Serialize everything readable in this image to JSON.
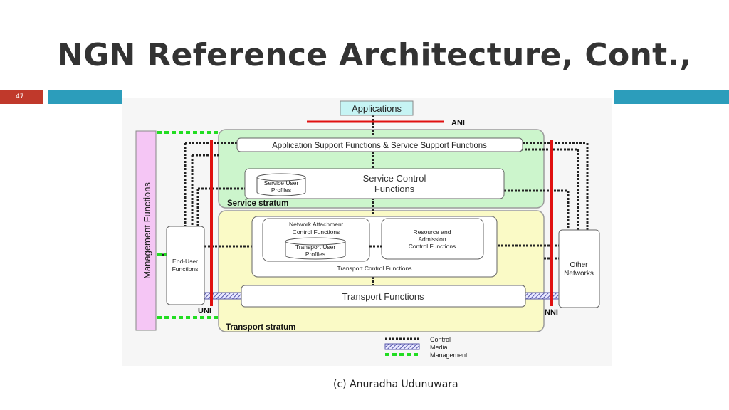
{
  "slide": {
    "title": "NGN Reference Architecture, Cont.,",
    "number": "47",
    "footer": "(c) Anuradha Udunuwara"
  },
  "diagram": {
    "applications": "Applications",
    "ani": "ANI",
    "uni": "UNI",
    "nni": "NNI",
    "management_functions": "Management Functions",
    "app_support": "Application Support Functions & Service Support Functions",
    "service_control_line1": "Service Control",
    "service_control_line2": "Functions",
    "service_user_profiles_line1": "Service User",
    "service_user_profiles_line2": "Profiles",
    "service_stratum": "Service stratum",
    "nacf_line1": "Network Attachment",
    "nacf_line2": "Control Functions",
    "transport_user_profiles_line1": "Transport User",
    "transport_user_profiles_line2": "Profiles",
    "racf_line1": "Resource and",
    "racf_line2": "Admission",
    "racf_line3": "Control Functions",
    "transport_control_functions": "Transport Control Functions",
    "transport_functions": "Transport Functions",
    "transport_stratum": "Transport stratum",
    "end_user_line1": "End-User",
    "end_user_line2": "Functions",
    "other_networks_line1": "Other",
    "other_networks_line2": "Networks",
    "legend": {
      "control": "Control",
      "media": "Media",
      "management": "Management"
    }
  },
  "colors": {
    "title_text": "#333333",
    "slide_number_box": "#c0392b",
    "accent_bar": "#2c9dbb",
    "service_stratum_fill": "#ccf5cc",
    "transport_stratum_fill": "#fafac6",
    "management_fill": "#f5c6f5",
    "applications_fill": "#c6f4f4",
    "reference_point_line": "#e01010",
    "management_dashes": "#22dd22",
    "media_hatch": "#5555aa"
  }
}
